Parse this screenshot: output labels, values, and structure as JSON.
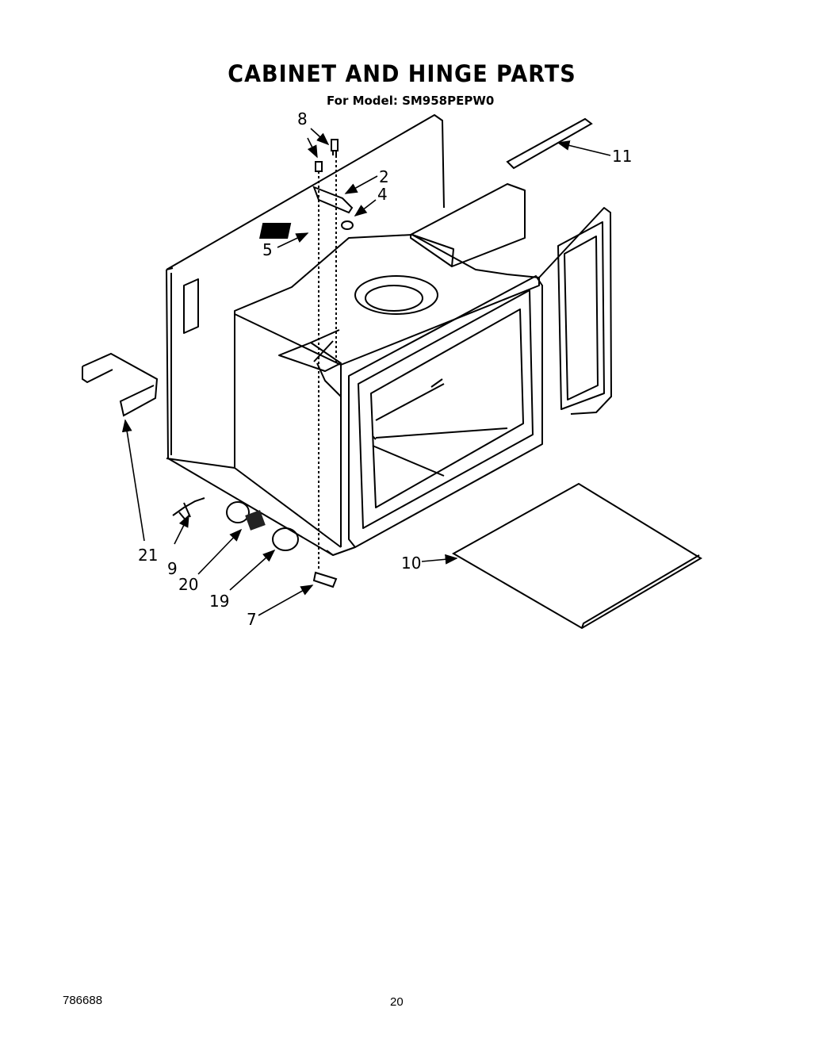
{
  "title": "CABINET AND HINGE PARTS",
  "subtitle": "For Model: SM958PEPW0",
  "footer": {
    "document_number": "786688",
    "page_number": "20"
  },
  "callouts": [
    "8",
    "2",
    "4",
    "5",
    "11",
    "21",
    "9",
    "20",
    "19",
    "7",
    "10"
  ]
}
